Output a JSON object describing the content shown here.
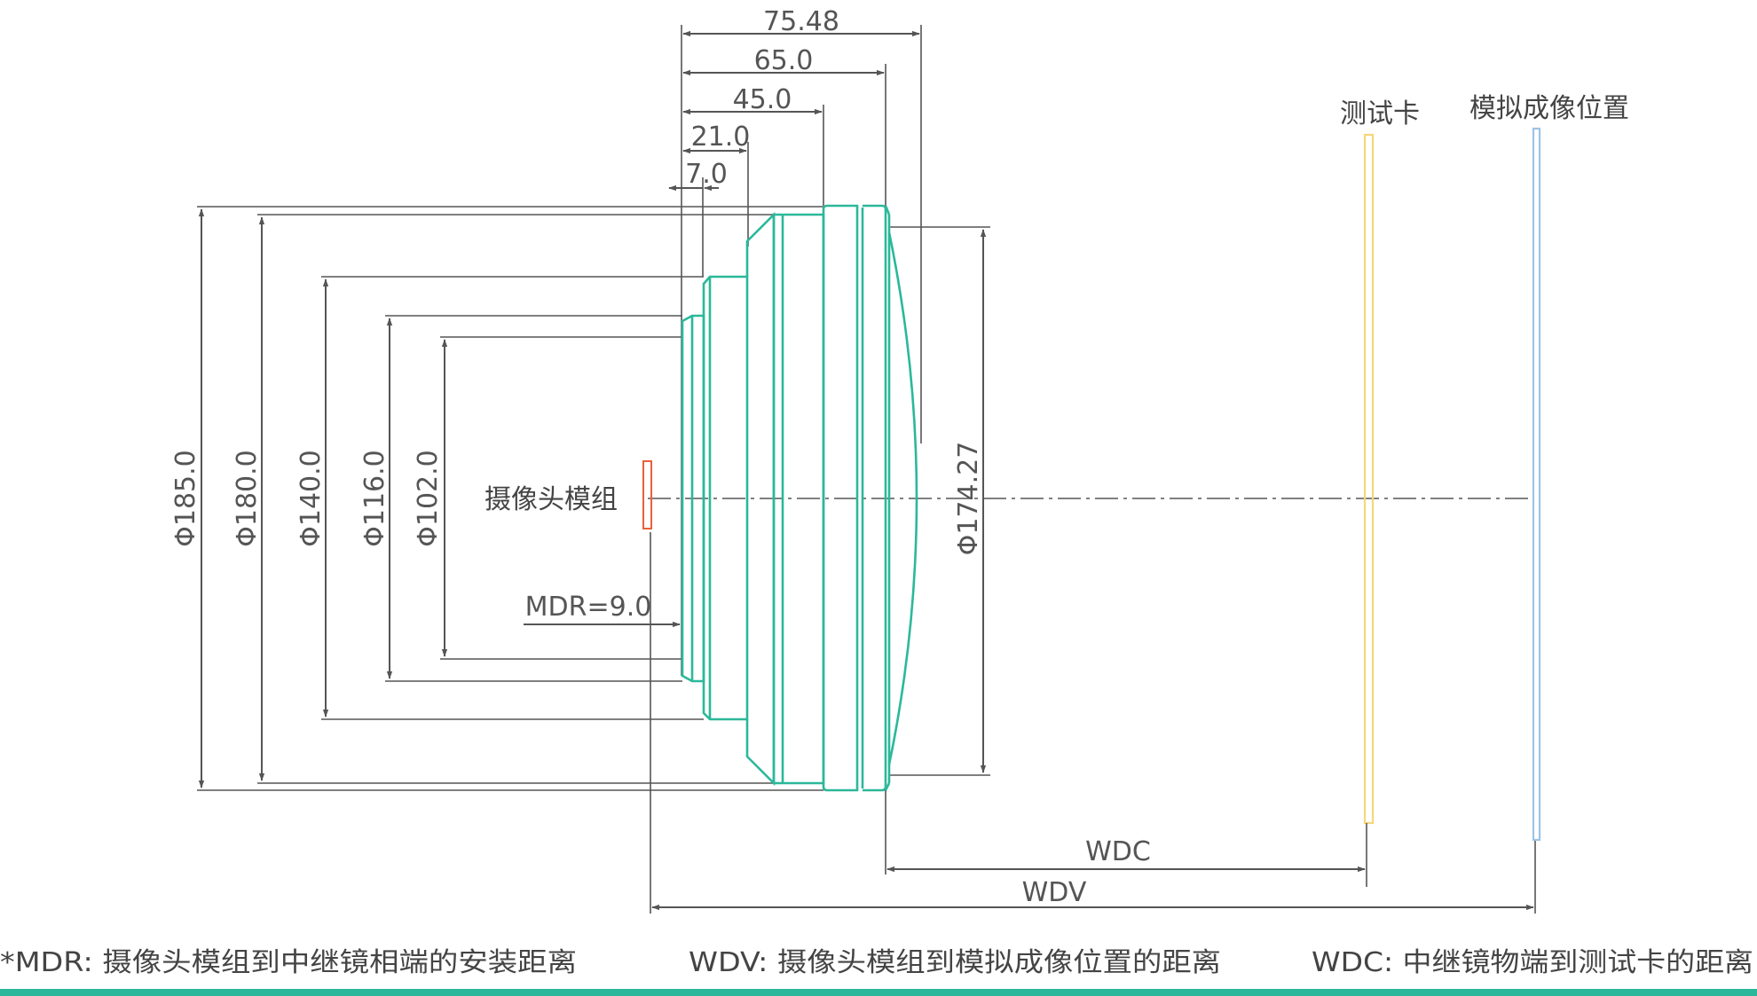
{
  "colors": {
    "lens": "#2bb89a",
    "test_card": "#f5d77a",
    "image_plane": "#9ec3e6",
    "camera_module": "#e8603c",
    "dimension": "#555555",
    "footer_bar": "#2bb89a"
  },
  "dimensions": {
    "top": [
      "75.48",
      "65.0",
      "45.0",
      "21.0",
      "7.0"
    ],
    "diameters": [
      "Φ185.0",
      "Φ180.0",
      "Φ140.0",
      "Φ116.0",
      "Φ102.0"
    ],
    "front_diameter": "Φ174.27",
    "mdr": "MDR=9.0",
    "wdc": "WDC",
    "wdv": "WDV"
  },
  "labels": {
    "camera_module": "摄像头模组",
    "test_card": "测试卡",
    "image_position": "模拟成像位置"
  },
  "footer": {
    "mdr_note": "*MDR: 摄像头模组到中继镜相端的安装距离",
    "wdv_note": "WDV: 摄像头模组到模拟成像位置的距离",
    "wdc_note": "WDC: 中继镜物端到测试卡的距离"
  }
}
